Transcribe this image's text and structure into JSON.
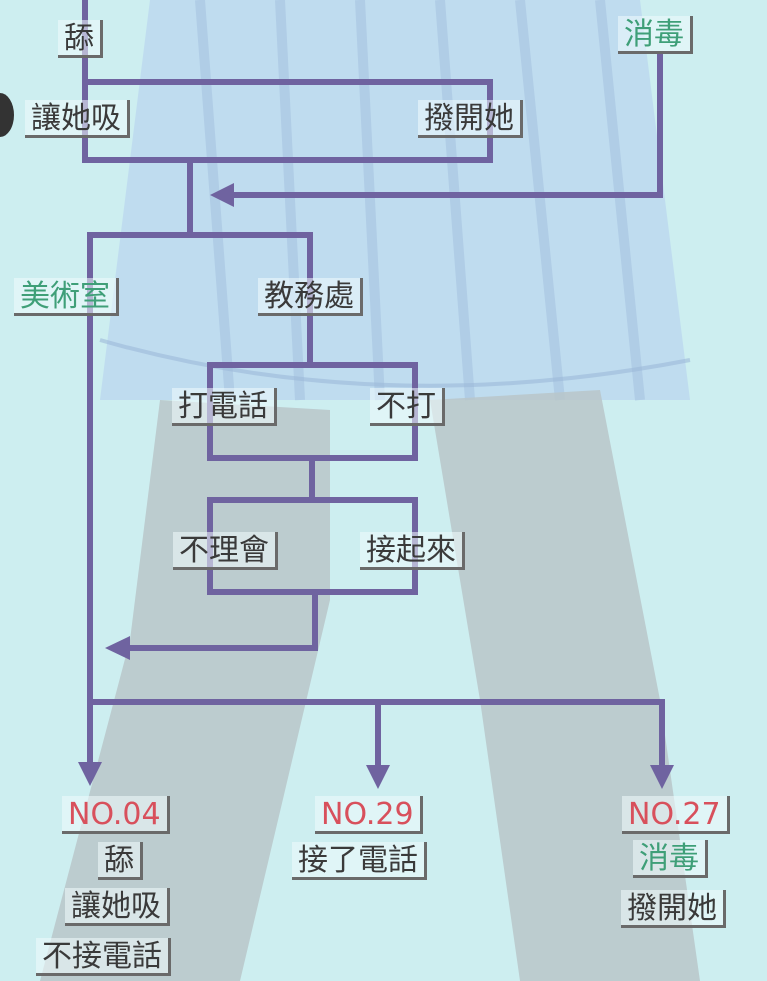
{
  "flow": {
    "lick": "舔",
    "disinfect": "消毒",
    "let_her_suck": "讓她吸",
    "push_away": "撥開她",
    "art_room": "美術室",
    "academic_office": "教務處",
    "make_call": "打電話",
    "dont_call": "不打",
    "ignore": "不理會",
    "answer": "接起來"
  },
  "endings": [
    {
      "no": "NO.04",
      "conditions": [
        "舔",
        "讓她吸",
        "不接電話"
      ]
    },
    {
      "no": "NO.29",
      "conditions": [
        "接了電話"
      ]
    },
    {
      "no": "NO.27",
      "conditions": [
        "消毒",
        "撥開她"
      ]
    }
  ],
  "colors": {
    "line": "#6f63a0",
    "green": "#3f9f78",
    "red": "#d8505c"
  }
}
